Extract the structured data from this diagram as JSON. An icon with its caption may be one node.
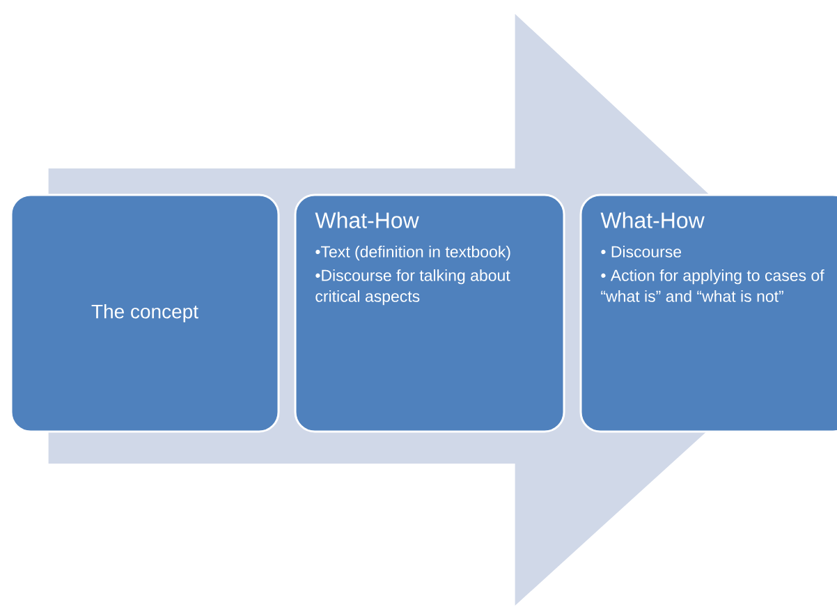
{
  "diagram": {
    "nodes": [
      {
        "text": [
          "The concept"
        ]
      },
      {
        "text": [
          "What-How",
          "•Text (definition in textbook)",
          "•Discourse for talking about critical aspects"
        ]
      },
      {
        "text": [
          "What-How",
          "• Discourse",
          "• Action for applying to cases of “what is” and “what is not”"
        ]
      }
    ],
    "edges": [
      {
        "from": 0,
        "to": 2,
        "arrow": "to"
      }
    ]
  }
}
